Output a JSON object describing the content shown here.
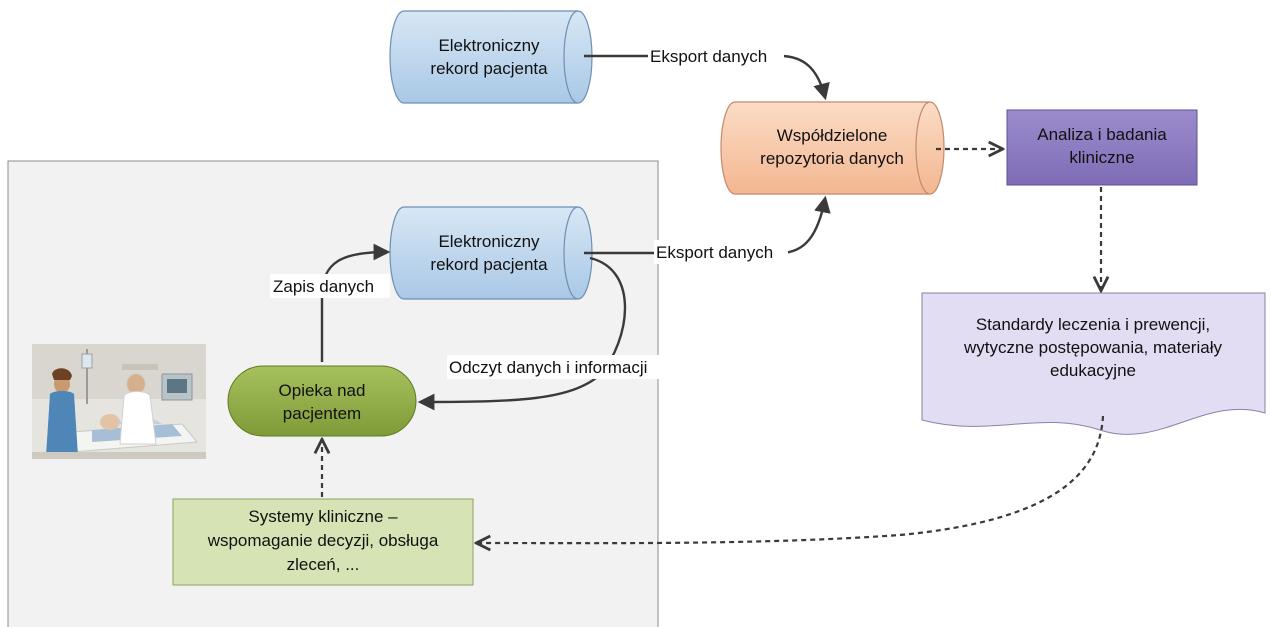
{
  "nodes": {
    "ehr_top": {
      "line1": "Elektroniczny",
      "line2": "rekord pacjenta"
    },
    "shared_repo": {
      "line1": "Współdzielone",
      "line2": "repozytoria danych"
    },
    "analysis": {
      "line1": "Analiza i badania",
      "line2": "kliniczne"
    },
    "ehr_inner": {
      "line1": "Elektroniczny",
      "line2": "rekord pacjenta"
    },
    "standards": {
      "line1": "Standardy leczenia i prewencji,",
      "line2": "wytyczne postępowania, materiały",
      "line3": "edukacyjne"
    },
    "care": {
      "line1": "Opieka nad",
      "line2": "pacjentem"
    },
    "systems": {
      "line1": "Systemy kliniczne –",
      "line2": "wspomaganie decyzji, obsługa",
      "line3": "zleceń, ..."
    }
  },
  "edges": {
    "export_top": "Eksport danych",
    "export_inner": "Eksport danych",
    "write": "Zapis danych",
    "read": "Odczyt danych i informacji"
  },
  "colors": {
    "cylinder_blue": "#bdd7ee",
    "cylinder_orange": "#f8cbad",
    "analysis_purple": "#8e7cc3",
    "standards_lavender": "#e4dff5",
    "care_green": "#8eaa45",
    "systems_green": "#d6e4b5",
    "panel_gray": "#f2f2f2"
  },
  "photo": {
    "subject": "hospital-bed-scene"
  }
}
